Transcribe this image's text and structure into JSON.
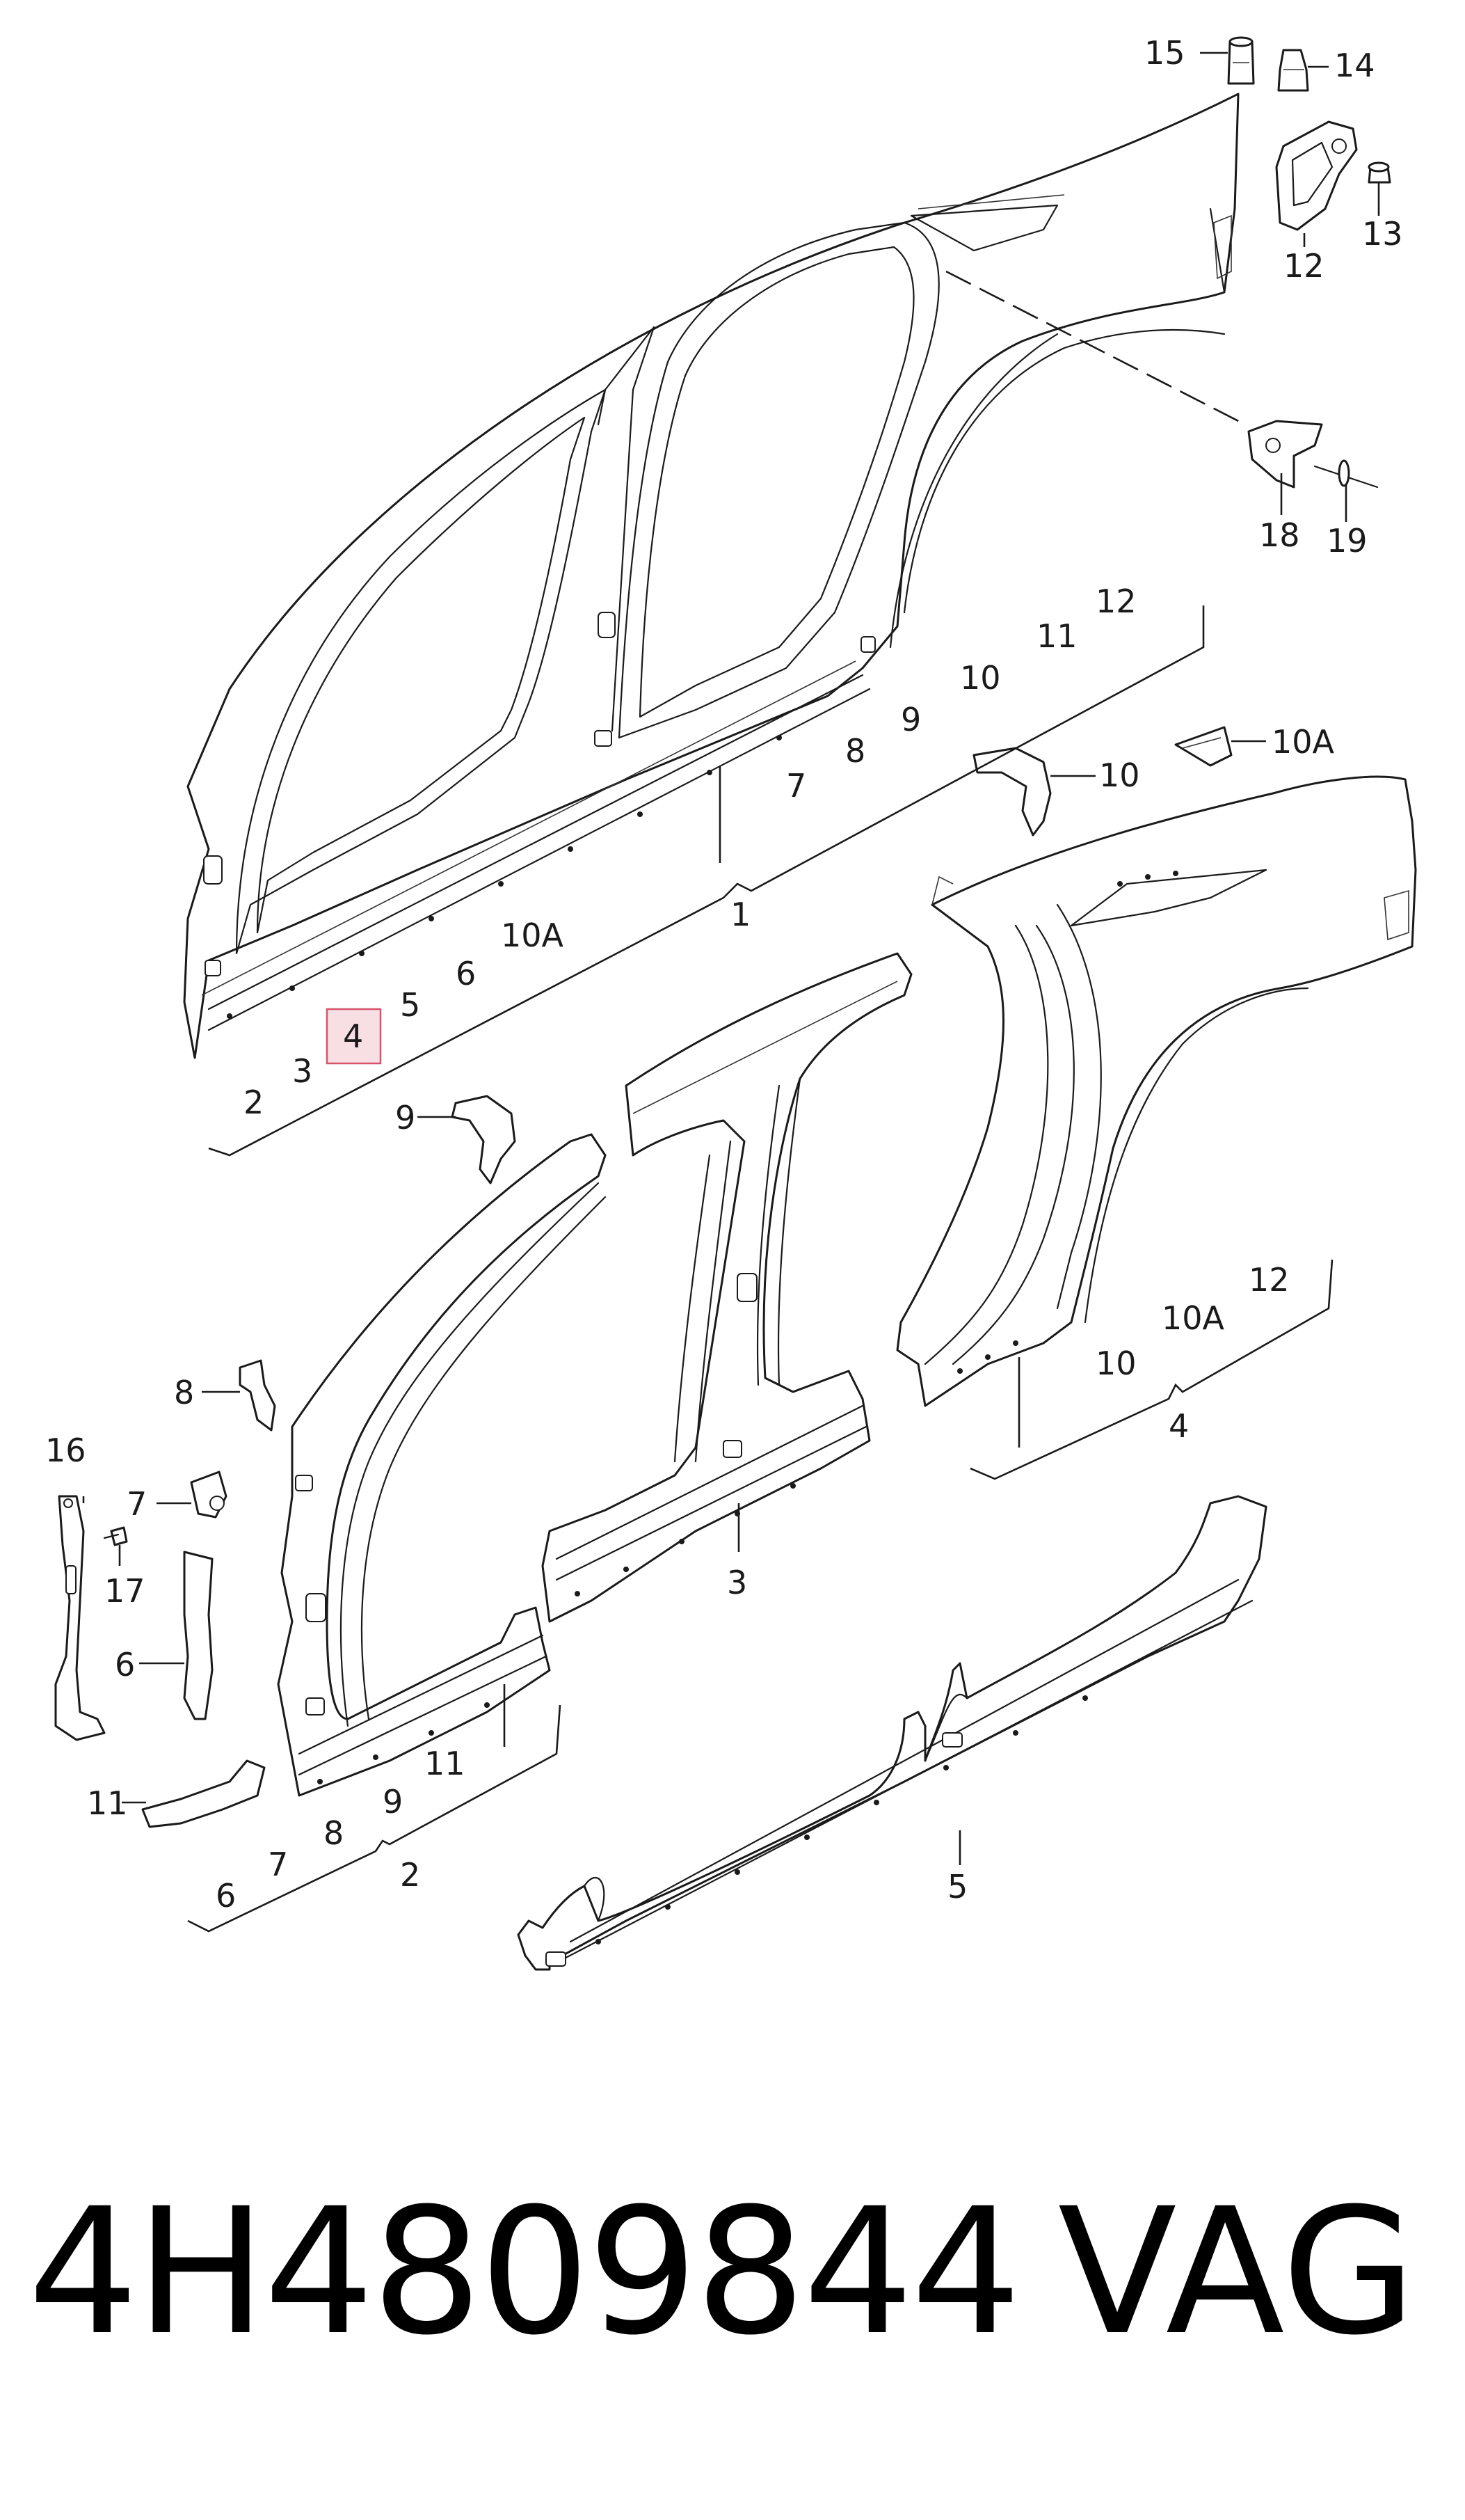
{
  "callouts": {
    "c15": "15",
    "c14": "14",
    "c12_top": "12",
    "c13": "13",
    "c18": "18",
    "c19": "19",
    "g1_12": "12",
    "g1_11": "11",
    "g1_10": "10",
    "g1_9": "9",
    "g1_8": "8",
    "g1_7": "7",
    "g1_1": "1",
    "g1_10A": "10A",
    "g1_6": "6",
    "g1_5": "5",
    "g1_4": "4",
    "g1_3": "3",
    "g1_2": "2",
    "c10": "10",
    "c10A": "10A",
    "c9": "9",
    "c8": "8",
    "c16": "16",
    "c7": "7",
    "c17": "17",
    "c6": "6",
    "c11": "11",
    "g4_12": "12",
    "g4_10A": "10A",
    "g4_10": "10",
    "g4_4": "4",
    "c3": "3",
    "g2_11": "11",
    "g2_9": "9",
    "g2_8": "8",
    "g2_7": "7",
    "g2_6": "6",
    "g2_2": "2",
    "c5": "5"
  },
  "highlighted_callout": "4",
  "part_number": "4H4809844",
  "brand": "VAG",
  "colors": {
    "line": "#1a1a1a",
    "highlight_fill": "#f7dfe3",
    "highlight_stroke": "#d6546a"
  }
}
